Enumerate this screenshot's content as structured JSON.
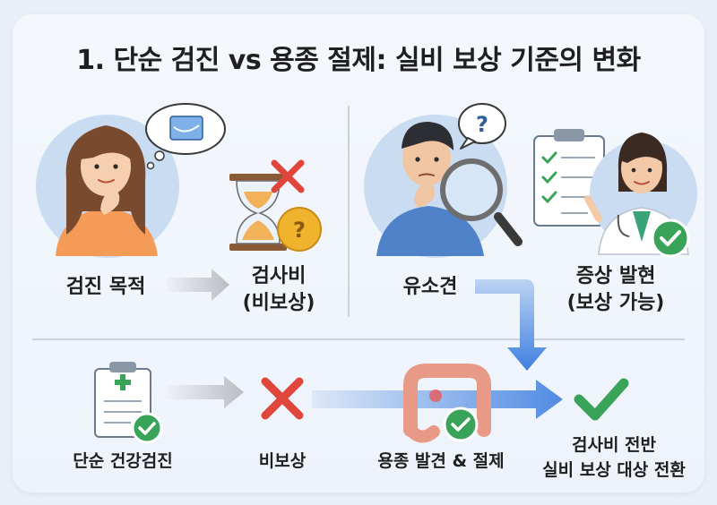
{
  "title": "1. 단순 검진 vs 용종 절제: 실비 보상 기준의 변화",
  "top_left": {
    "purpose_label": "검진 목적",
    "result_line1": "검사비",
    "result_line2": "(비보상)"
  },
  "top_right": {
    "finding_label": "유소견",
    "result_line1": "증상 발현",
    "result_line2": "(보상 가능)"
  },
  "bottom": {
    "checkup_label": "단순 건강검진",
    "no_coverage_label": "비보상",
    "polyp_label": "용종 발견 & 절제",
    "final_line1": "검사비 전반",
    "final_line2": "실비 보상 대상 전환"
  },
  "colors": {
    "accent_blue": "#3f7fe0",
    "check_green": "#3aa35a",
    "cross_red": "#e0463c",
    "arrow_gray": "#c9ccd2"
  }
}
